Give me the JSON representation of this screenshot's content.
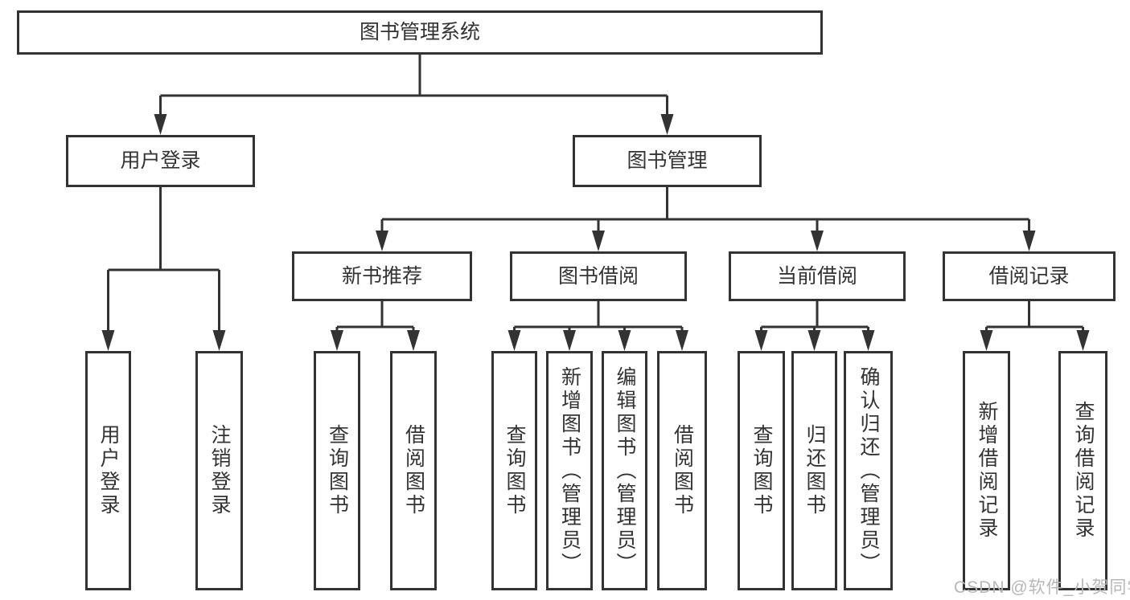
{
  "tree": {
    "root": {
      "label": "图书管理系统"
    },
    "branches": [
      {
        "label": "用户登录",
        "children": [
          {
            "label": "用户登录"
          },
          {
            "label": "注销登录"
          }
        ]
      },
      {
        "label": "图书管理",
        "children": [
          {
            "label": "新书推荐",
            "children": [
              {
                "label": "查询图书"
              },
              {
                "label": "借阅图书"
              }
            ]
          },
          {
            "label": "图书借阅",
            "children": [
              {
                "label": "查询图书"
              },
              {
                "label": "新增图书（管理员）"
              },
              {
                "label": "编辑图书（管理员）"
              },
              {
                "label": "借阅图书"
              }
            ]
          },
          {
            "label": "当前借阅",
            "children": [
              {
                "label": "查询图书"
              },
              {
                "label": "归还图书"
              },
              {
                "label": "确认归还（管理员）"
              }
            ]
          },
          {
            "label": "借阅记录",
            "children": [
              {
                "label": "新增借阅记录"
              },
              {
                "label": "查询借阅记录"
              }
            ]
          }
        ]
      }
    ]
  },
  "watermark": {
    "text": "CSDN @软件_小贺同学"
  },
  "colors": {
    "line": "#333333",
    "text": "#333333",
    "watermark": "#b7b7b7",
    "background": "#ffffff"
  }
}
